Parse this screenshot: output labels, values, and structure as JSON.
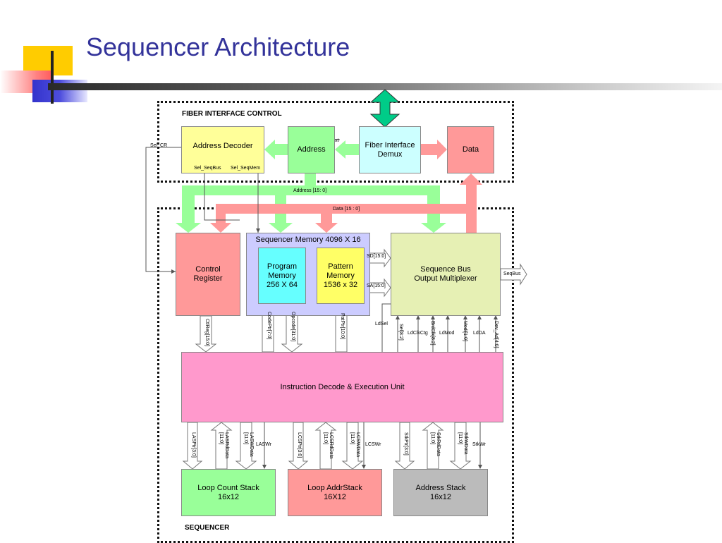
{
  "slide": {
    "title": "Sequencer Architecture"
  },
  "regions": {
    "fiber_interface_control": "FIBER INTERFACE CONTROL",
    "sequencer": "SEQUENCER"
  },
  "blocks": {
    "address_decoder": "Address Decoder",
    "address": "Address",
    "fiber_interface_demux": "Fiber Interface\nDemux",
    "data": "Data",
    "control_register": "Control\nRegister",
    "sequencer_memory": "Sequencer  Memory 4096 X 16",
    "program_memory": "Program\nMemory\n256 X 64",
    "pattern_memory": "Pattern\nMemory\n1536 x 32",
    "sequence_bus_mux": "Sequence Bus\nOutput Multiplexer",
    "instruction_decode": "Instruction Decode & Execution Unit",
    "loop_count_stack": "Loop Count Stack\n16x12",
    "loop_addr_stack": "Loop AddrStack\n16X12",
    "address_stack": "Address Stack\n16x12"
  },
  "signals": {
    "sel_cr": "Sel_CR",
    "sel_seqbus": "Sel_SeqBus",
    "sel_seqmem": "Sel_SeqMem",
    "xt": "xt",
    "address_bus": "Address [15: 0]",
    "data_bus": "Data [15 : 0]",
    "sd": "SD[15:0]",
    "sa": "SA[15:0]",
    "seqbus": "SeqBus",
    "ldsel": "LdSel",
    "sel": "Sel[8:2]",
    "ldclkctg": "LdClkCtg",
    "brdclk": "BrdClk[8:2]",
    "ldmod": "LdMod",
    "modi": "Modi[1:0]",
    "ldda": "LdDA",
    "dev_ad": "Dev_Ad[4:0]",
    "ctlreg": "CtlReg[15:0]",
    "codeptr": "CodePtr[7:0]",
    "opcode": "Opcode[31:0]",
    "patptr": "PatPtr[10:0]",
    "lasptr": "LASPtr[3:0]",
    "lasrddata": "LASRdData\n[11:0]",
    "laswdata": "LASWData\n[11:0]",
    "laswr": "LASWr",
    "lcsptr": "LCSPtr[3:0]",
    "lcsrddata": "LCSRdData\n[11:0]",
    "lcswdata": "LCSWData\n[11:0]",
    "lcswr": "LCSWr",
    "stkptr": "StkPtr[3:0]",
    "stkrddata": "StkRdData\n[11:0]",
    "stkwdata": "StkWData\n[11:0]",
    "stkwr": "StkWr"
  },
  "colors": {
    "title": "#33339a",
    "address_decoder": "#ffff99",
    "green": "#99ff99",
    "cyan_light": "#ccffff",
    "pink": "#ff9999",
    "lavender": "#ccccff",
    "cyan": "#66ffff",
    "yellow": "#ffff66",
    "mux": "#e6f0b4",
    "magenta": "#ff99cc",
    "gray": "#bbbbbb",
    "teal": "#00cc88"
  }
}
